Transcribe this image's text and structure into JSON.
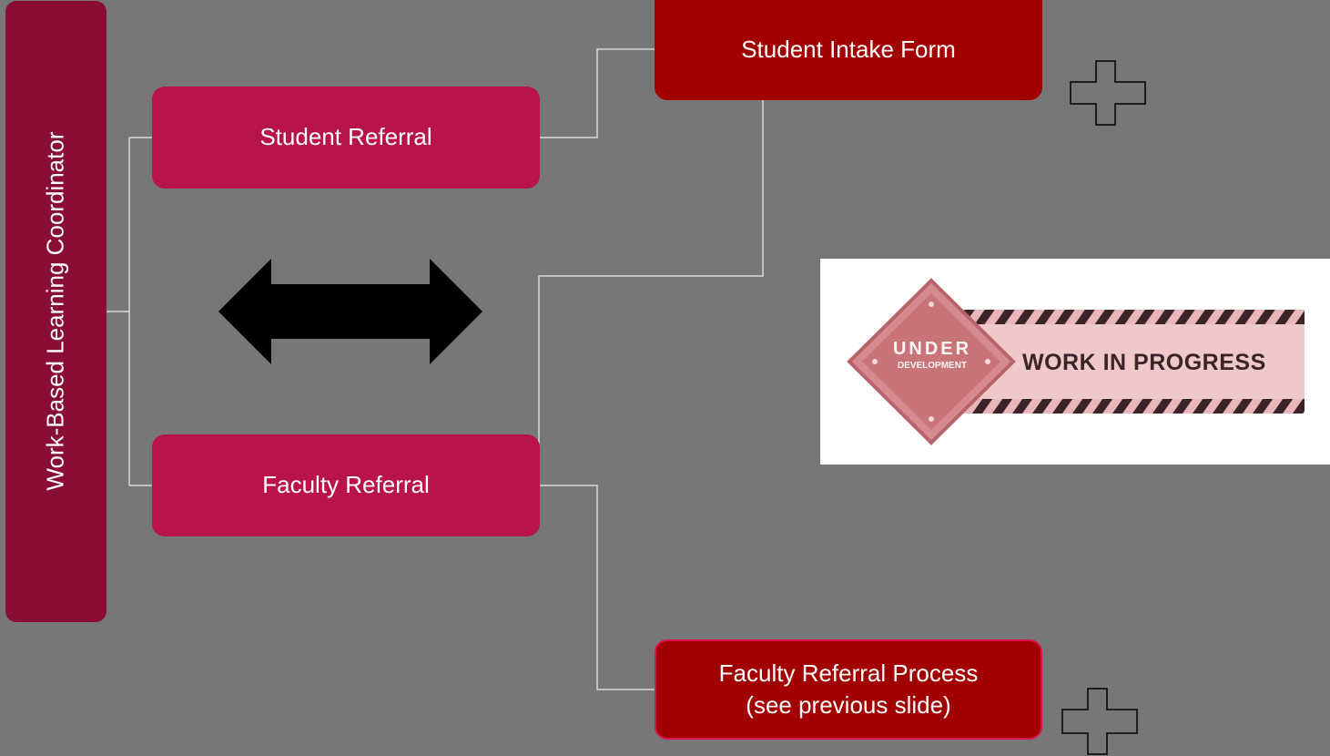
{
  "coordinator": {
    "label": "Work-Based Learning Coordinator"
  },
  "referrals": {
    "student": "Student Referral",
    "faculty": "Faculty Referral"
  },
  "intake_form": {
    "label": "Student Intake Form"
  },
  "faculty_process": {
    "line1": "Faculty Referral Process",
    "line2": "(see previous slide)"
  },
  "banner": {
    "under": "UNDER",
    "development": "DEVELOPMENT",
    "text": "WORK IN PROGRESS"
  },
  "icons": {
    "double_arrow": "double-arrow-icon",
    "plus": "plus-icon"
  },
  "colors": {
    "background": "#777777",
    "coordinator": "#890d35",
    "referral": "#b8134a",
    "intake": "#a20000",
    "connector": "#d9d9d9"
  }
}
